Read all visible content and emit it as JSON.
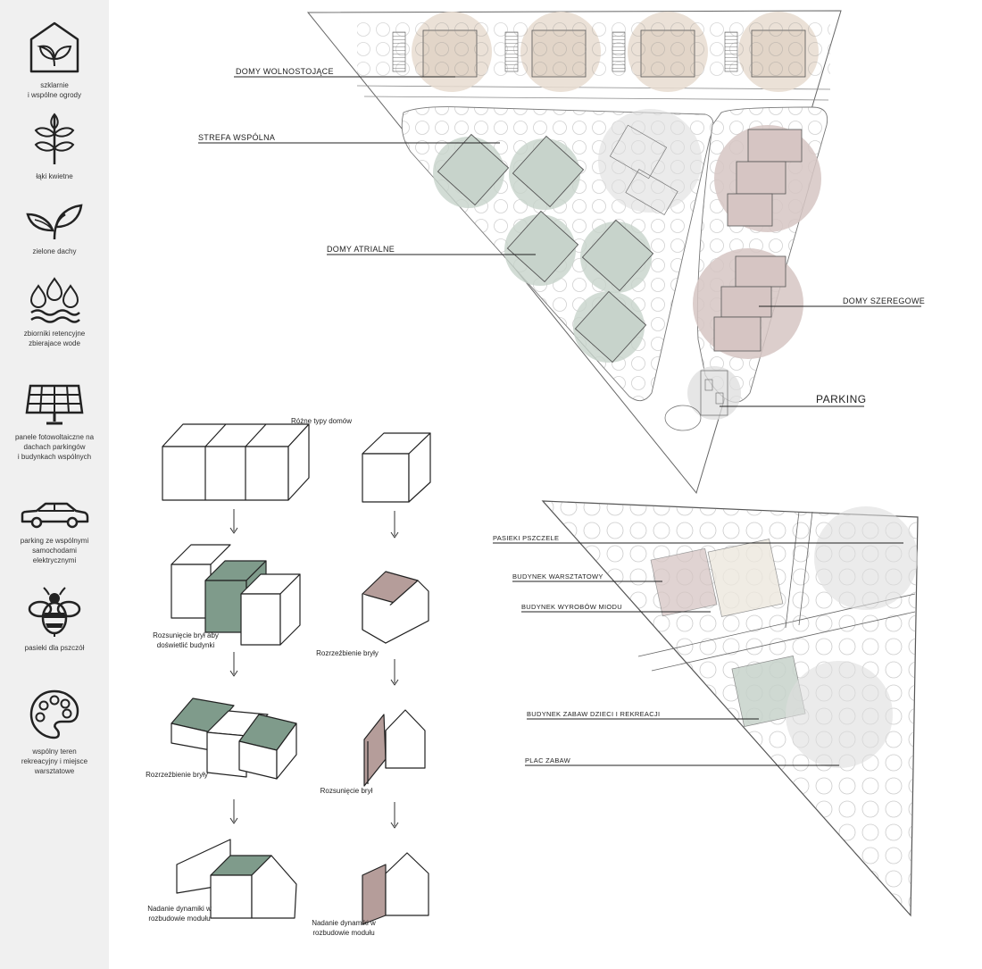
{
  "colors": {
    "sidebar_bg": "#f0f0f0",
    "shared_zone_green": "#c7d3cb",
    "building_green": "#7f9b8b",
    "detached_beige": "#e8dcd0",
    "terrace_mauve": "#d6c5c3",
    "roof_pink": "#b59d9a",
    "neutral_grey": "#dddddd"
  },
  "legend": [
    {
      "icon": "greenhouse-leaf-icon",
      "label": "szklarnie\ni wspólne ogrody"
    },
    {
      "icon": "flower-plant-icon",
      "label": "łąki kwietne"
    },
    {
      "icon": "leaves-icon",
      "label": "zielone dachy"
    },
    {
      "icon": "water-drops-icon",
      "label": "zbiorniki retencyjne\nzbierajace wode"
    },
    {
      "icon": "solar-panel-icon",
      "label": "panele fotowoltaiczne na\ndachach parkingów\ni budynkach wspólnych"
    },
    {
      "icon": "car-icon",
      "label": "parking ze wspólnymi\nsamochodami\nelektrycznymi"
    },
    {
      "icon": "bee-icon",
      "label": "pasieki dla pszczół"
    },
    {
      "icon": "palette-icon",
      "label": "wspólny teren\nrekreacyjny i miejsce\nwarsztatowe"
    }
  ],
  "site_plan": {
    "labels": {
      "detached": "DOMY WOLNOSTOJĄCE",
      "shared_zone": "STREFA WSPÓLNA",
      "atrium": "DOMY ATRIALNE",
      "terraced": "DOMY SZEREGOWE",
      "parking": "PARKING"
    }
  },
  "detail_plan": {
    "labels": {
      "apiaries": "PASIEKI PSZCZELE",
      "workshop": "BUDYNEK WARSZTATOWY",
      "honey": "BUDYNEK WYROBÓW MIODU",
      "play_building": "BUDYNEK ZABAW DZIECI I REKREACJI",
      "playground": "PLAC ZABAW"
    }
  },
  "diagrams": {
    "title": "Różne typy domów",
    "left_steps": [
      "Rozsunięcie brył aby\ndoświetlić budynki",
      "Rozrzeźbienie bryły",
      "Nadanie dynamiki w\nrozbudowie modułu"
    ],
    "right_steps": [
      "Rozrzeźbienie bryły",
      "Rozsunięcie brył",
      "Nadanie dynamiki w\nrozbudowie modułu"
    ]
  }
}
